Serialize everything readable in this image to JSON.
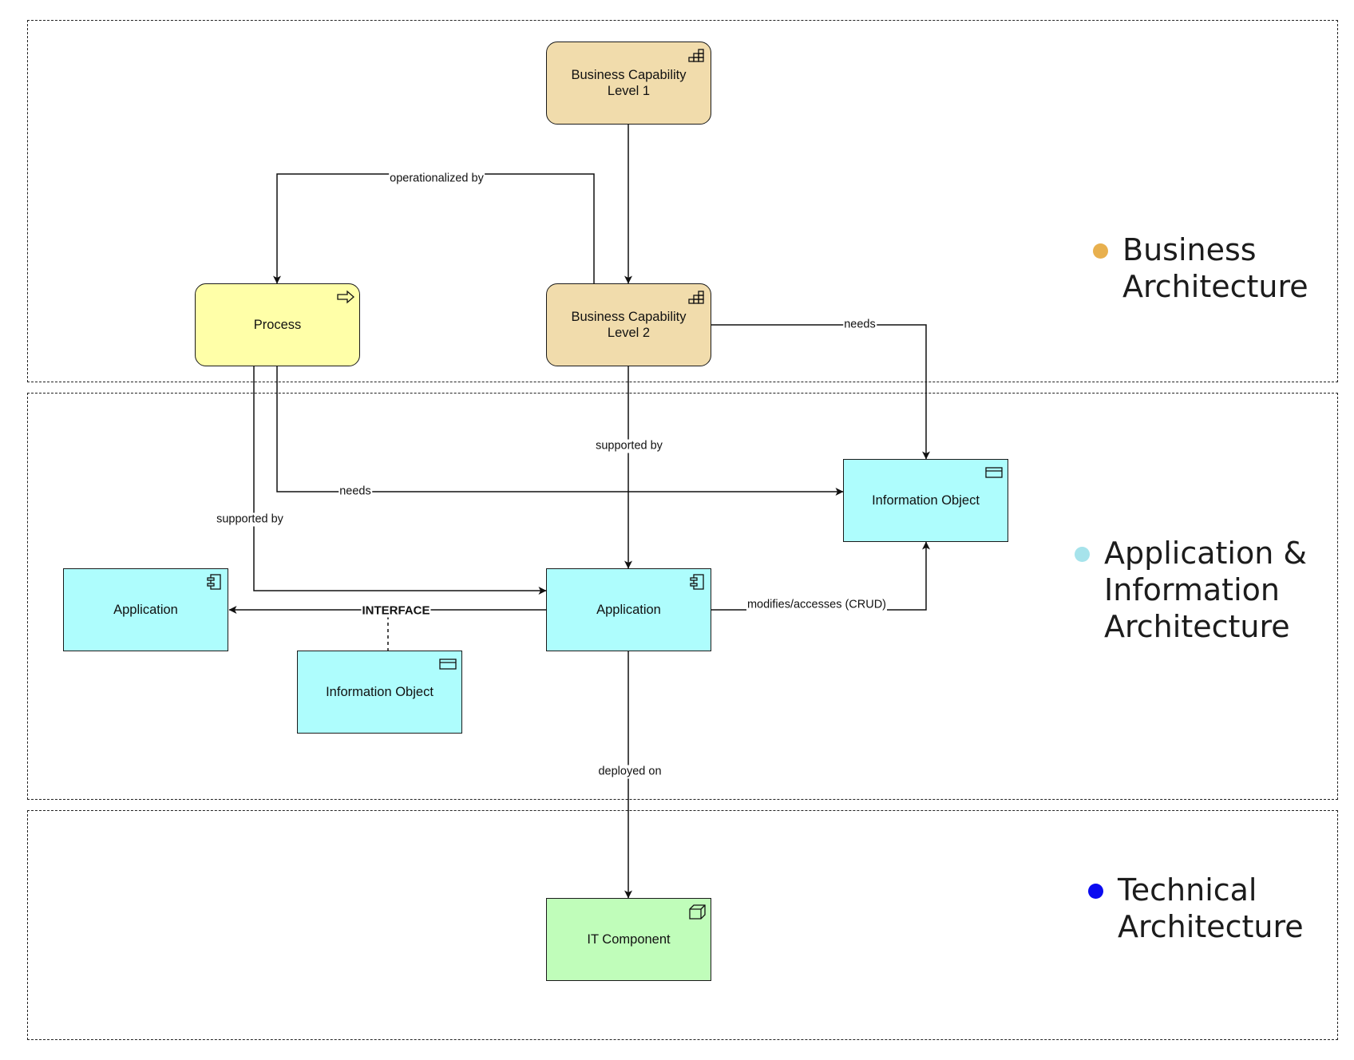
{
  "layers": [
    {
      "id": "business",
      "legend": "Business\nArchitecture",
      "dot_color": "#E8B04E"
    },
    {
      "id": "application",
      "legend": "Application &\nInformation\nArchitecture",
      "dot_color": "#A6E3EB"
    },
    {
      "id": "technical",
      "legend": "Technical\nArchitecture",
      "dot_color": "#0B0BF0"
    }
  ],
  "nodes": {
    "bc1": {
      "label": "Business Capability\nLevel 1",
      "fill": "#F1DCAC",
      "icon": "capability-icon"
    },
    "bc2": {
      "label": "Business Capability\nLevel 2",
      "fill": "#F1DCAC",
      "icon": "capability-icon"
    },
    "process": {
      "label": "Process",
      "fill": "#FFFFA8",
      "icon": "process-arrow-icon"
    },
    "info_right": {
      "label": "Information Object",
      "fill": "#AEFDFD",
      "icon": "information-object-icon"
    },
    "app_left": {
      "label": "Application",
      "fill": "#AEFDFD",
      "icon": "application-component-icon"
    },
    "app_center": {
      "label": "Application",
      "fill": "#AEFDFD",
      "icon": "application-component-icon"
    },
    "info_bottom": {
      "label": "Information Object",
      "fill": "#AEFDFD",
      "icon": "information-object-icon"
    },
    "it_component": {
      "label": "IT Component",
      "fill": "#C0FDBA",
      "icon": "node-cube-icon"
    }
  },
  "edges": {
    "operationalized": "operationalized by",
    "needs_top": "needs",
    "supported_by_center": "supported by",
    "needs_process": "needs",
    "supported_by_left": "supported by",
    "interface": "INTERFACE",
    "crud": "modifies/accesses (CRUD)",
    "deployed": "deployed on"
  }
}
